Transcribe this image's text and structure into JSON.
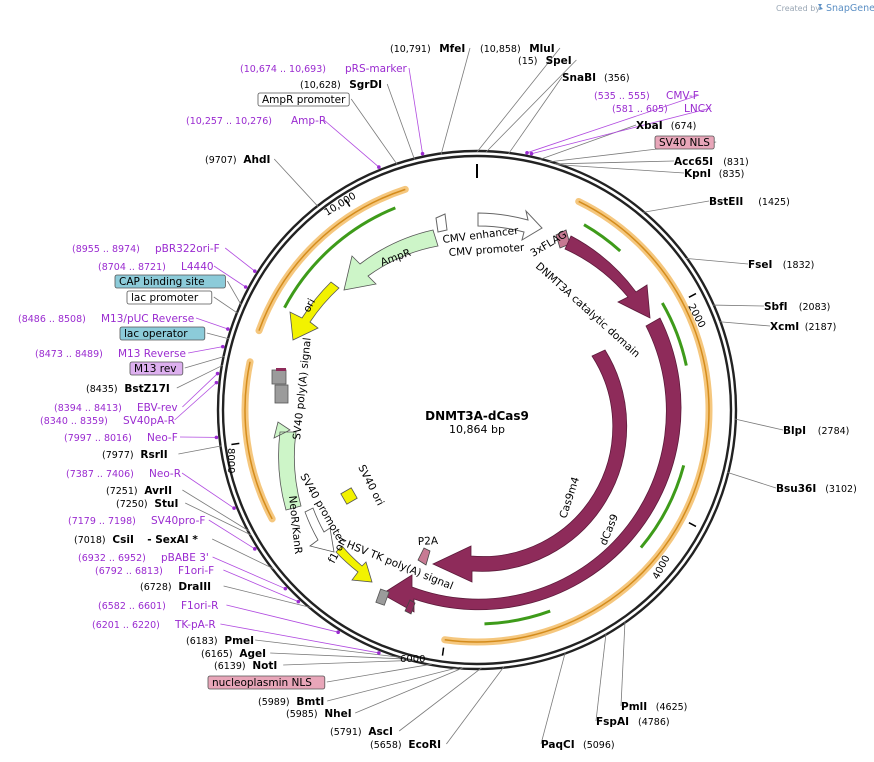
{
  "credit": {
    "prefix": "Created by",
    "brand": "SnapGene"
  },
  "plasmid": {
    "name": "DNMT3A-dCas9",
    "length": "10,864 bp"
  },
  "ring_labels": [
    "10,000",
    "2000",
    "4000",
    "6000",
    "8000"
  ],
  "features": {
    "cmv_enhancer": "CMV enhancer",
    "cmv_promoter": "CMV promoter",
    "flag": "3xFLAG",
    "dnmt3a": "DNMT3A catalytic domain",
    "ampr": "AmpR",
    "ori": "ori",
    "sv40_polya": "SV40 poly(A) signal",
    "neor": "NeoR/KanR",
    "sv40_ori": "SV40 ori",
    "sv40_promoter": "SV40 promoter",
    "f1_ori": "f1 ori",
    "hsv_tk": "HSV TK poly(A) signal",
    "p2a": "P2A",
    "cas9m4": "Cas9m4",
    "dcas9": "dCas9"
  },
  "annotations": [
    {
      "kind": "enzyme",
      "pos": "(10,791)",
      "name": "MfeI",
      "side": "top"
    },
    {
      "kind": "enzyme",
      "pos": "(10,858)",
      "name": "MluI",
      "side": "top"
    },
    {
      "kind": "enzyme",
      "pos": "(15)",
      "name": "SpeI",
      "side": "top"
    },
    {
      "kind": "primer",
      "pos": "(10,674 .. 10,693)",
      "name": "pRS-marker",
      "side": "left"
    },
    {
      "kind": "enzyme",
      "pos": "(10,628)",
      "name": "SgrDI",
      "side": "left"
    },
    {
      "kind": "box",
      "name": "AmpR promoter",
      "style": "white",
      "side": "left"
    },
    {
      "kind": "primer",
      "pos": "(10,257 .. 10,276)",
      "name": "Amp-R",
      "side": "left"
    },
    {
      "kind": "enzyme",
      "pos": "(9707)",
      "name": "AhdI",
      "side": "left"
    },
    {
      "kind": "primer",
      "pos": "(8955 .. 8974)",
      "name": "pBR322ori-F",
      "side": "left"
    },
    {
      "kind": "primer",
      "pos": "(8704 .. 8721)",
      "name": "L4440",
      "side": "left"
    },
    {
      "kind": "box",
      "name": "CAP binding site",
      "style": "blue",
      "side": "left"
    },
    {
      "kind": "box",
      "name": "lac promoter",
      "style": "white",
      "side": "left"
    },
    {
      "kind": "primer",
      "pos": "(8486 .. 8508)",
      "name": "M13/pUC Reverse",
      "side": "left"
    },
    {
      "kind": "box",
      "name": "lac operator",
      "style": "blue",
      "side": "left"
    },
    {
      "kind": "primer",
      "pos": "(8473 .. 8489)",
      "name": "M13 Reverse",
      "side": "left"
    },
    {
      "kind": "box",
      "name": "M13 rev",
      "style": "purple",
      "side": "left"
    },
    {
      "kind": "enzyme",
      "pos": "(8435)",
      "name": "BstZ17I",
      "side": "left"
    },
    {
      "kind": "primer",
      "pos": "(8394 .. 8413)",
      "name": "EBV-rev",
      "side": "left"
    },
    {
      "kind": "primer",
      "pos": "(8340 .. 8359)",
      "name": "SV40pA-R",
      "side": "left"
    },
    {
      "kind": "primer",
      "pos": "(7997 .. 8016)",
      "name": "Neo-F",
      "side": "left"
    },
    {
      "kind": "enzyme",
      "pos": "(7977)",
      "name": "RsrII",
      "side": "left"
    },
    {
      "kind": "primer",
      "pos": "(7387 .. 7406)",
      "name": "Neo-R",
      "side": "left"
    },
    {
      "kind": "enzyme",
      "pos": "(7251)",
      "name": "AvrII",
      "side": "left"
    },
    {
      "kind": "enzyme",
      "pos": "(7250)",
      "name": "StuI",
      "side": "left"
    },
    {
      "kind": "primer",
      "pos": "(7179 .. 7198)",
      "name": "SV40pro-F",
      "side": "left"
    },
    {
      "kind": "enzyme2",
      "pos": "(7018)",
      "name": "CsiI",
      "name2": "- SexAI *",
      "side": "left"
    },
    {
      "kind": "primer",
      "pos": "(6932 .. 6952)",
      "name": "pBABE 3'",
      "side": "left"
    },
    {
      "kind": "primer",
      "pos": "(6792 .. 6813)",
      "name": "F1ori-F",
      "side": "left"
    },
    {
      "kind": "enzyme",
      "pos": "(6728)",
      "name": "DraIII",
      "side": "left"
    },
    {
      "kind": "primer",
      "pos": "(6582 .. 6601)",
      "name": "F1ori-R",
      "side": "left"
    },
    {
      "kind": "primer",
      "pos": "(6201 .. 6220)",
      "name": "TK-pA-R",
      "side": "left"
    },
    {
      "kind": "enzyme",
      "pos": "(6183)",
      "name": "PmeI",
      "side": "left"
    },
    {
      "kind": "enzyme",
      "pos": "(6165)",
      "name": "AgeI",
      "side": "left"
    },
    {
      "kind": "enzyme",
      "pos": "(6139)",
      "name": "NotI",
      "side": "left"
    },
    {
      "kind": "box",
      "name": "nucleoplasmin NLS",
      "style": "pink",
      "side": "left"
    },
    {
      "kind": "enzyme",
      "pos": "(5989)",
      "name": "BmtI",
      "side": "left"
    },
    {
      "kind": "enzyme",
      "pos": "(5985)",
      "name": "NheI",
      "side": "left"
    },
    {
      "kind": "enzyme",
      "pos": "(5791)",
      "name": "AscI",
      "side": "left"
    },
    {
      "kind": "enzyme",
      "pos": "(5658)",
      "name": "EcoRI",
      "side": "left"
    },
    {
      "kind": "enzyme",
      "pos": "(5096)",
      "name": "PaqCI",
      "side": "right"
    },
    {
      "kind": "enzyme",
      "pos": "(4786)",
      "name": "FspAI",
      "side": "right"
    },
    {
      "kind": "enzyme",
      "pos": "(4625)",
      "name": "PmlI",
      "side": "right"
    },
    {
      "kind": "enzyme",
      "pos": "(3102)",
      "name": "Bsu36I",
      "side": "right"
    },
    {
      "kind": "enzyme",
      "pos": "(2784)",
      "name": "BlpI",
      "side": "right"
    },
    {
      "kind": "enzyme",
      "pos": "(2187)",
      "name": "XcmI",
      "side": "right"
    },
    {
      "kind": "enzyme",
      "pos": "(2083)",
      "name": "SbfI",
      "side": "right"
    },
    {
      "kind": "enzyme",
      "pos": "(1832)",
      "name": "FseI",
      "side": "right"
    },
    {
      "kind": "enzyme",
      "pos": "(1425)",
      "name": "BstEII",
      "side": "right"
    },
    {
      "kind": "enzyme",
      "pos": "(835)",
      "name": "KpnI",
      "side": "right"
    },
    {
      "kind": "enzyme",
      "pos": "(831)",
      "name": "Acc65I",
      "side": "right"
    },
    {
      "kind": "box",
      "name": "SV40 NLS",
      "style": "pink",
      "side": "right"
    },
    {
      "kind": "enzyme",
      "pos": "(674)",
      "name": "XbaI",
      "side": "right"
    },
    {
      "kind": "primer",
      "pos": "(581 .. 605)",
      "name": "LNCX",
      "side": "right"
    },
    {
      "kind": "primer",
      "pos": "(535 .. 555)",
      "name": "CMV-F",
      "side": "right"
    },
    {
      "kind": "enzyme",
      "pos": "(356)",
      "name": "SnaBI",
      "side": "right"
    }
  ],
  "colors": {
    "orf_band": "#f5c77e",
    "orf_arrow": "#3e9b1a",
    "primer": "#9a2bd0",
    "feature_maroon": "#8e2b5a",
    "box_blue": "#8ccbd9",
    "box_purple": "#ddb0ef",
    "box_pink": "#e8a6b9"
  }
}
